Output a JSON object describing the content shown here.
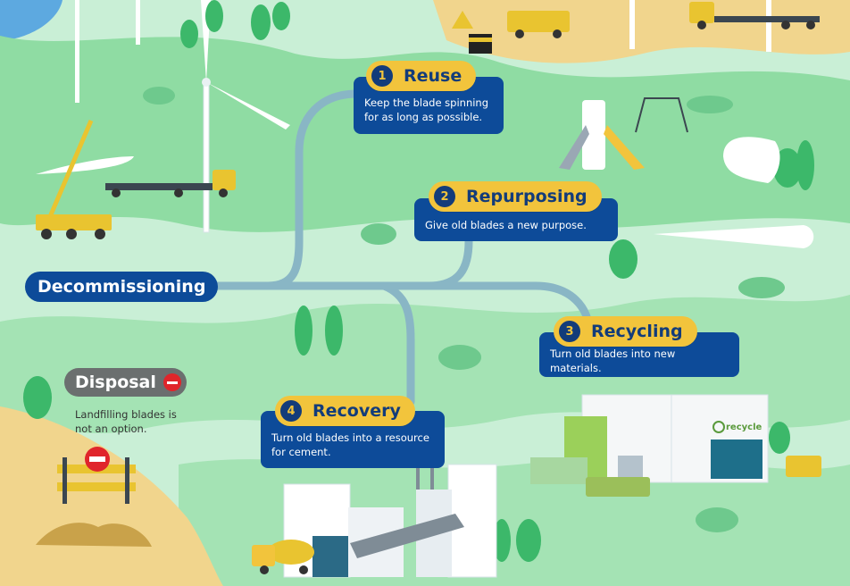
{
  "start": {
    "label": "Decommissioning"
  },
  "steps": [
    {
      "number": "1",
      "title": "Reuse",
      "description": "Keep the blade spinning for as long as possible."
    },
    {
      "number": "2",
      "title": "Repurposing",
      "description": "Give old blades a new purpose."
    },
    {
      "number": "3",
      "title": "Recycling",
      "description": "Turn old blades into new materials."
    },
    {
      "number": "4",
      "title": "Recovery",
      "description": "Turn old blades into a resource for cement."
    }
  ],
  "disposal": {
    "title": "Disposal",
    "description": "Landfilling blades is not an option."
  },
  "factory_sign": {
    "label": "recycle"
  },
  "colors": {
    "grass": "#c9efd6",
    "field": "#8fdca3",
    "path": "#89b6c5",
    "step_title_bg": "#f2c43c",
    "step_number_bg": "#133c7a",
    "card_bg": "#0d4b99",
    "disposal_bg": "#6b6f6f",
    "no_entry": "#e0252b",
    "sand": "#f1d58d",
    "water": "#5da9e0"
  },
  "icons": [
    "wind-turbine-icon",
    "crane-truck-icon",
    "truck-icon",
    "playground-icon",
    "slide-icon",
    "swing-icon",
    "factory-icon",
    "cement-plant-icon",
    "cement-mixer-icon",
    "barrier-icon",
    "no-entry-icon",
    "recycle-icon",
    "tree-icon"
  ]
}
